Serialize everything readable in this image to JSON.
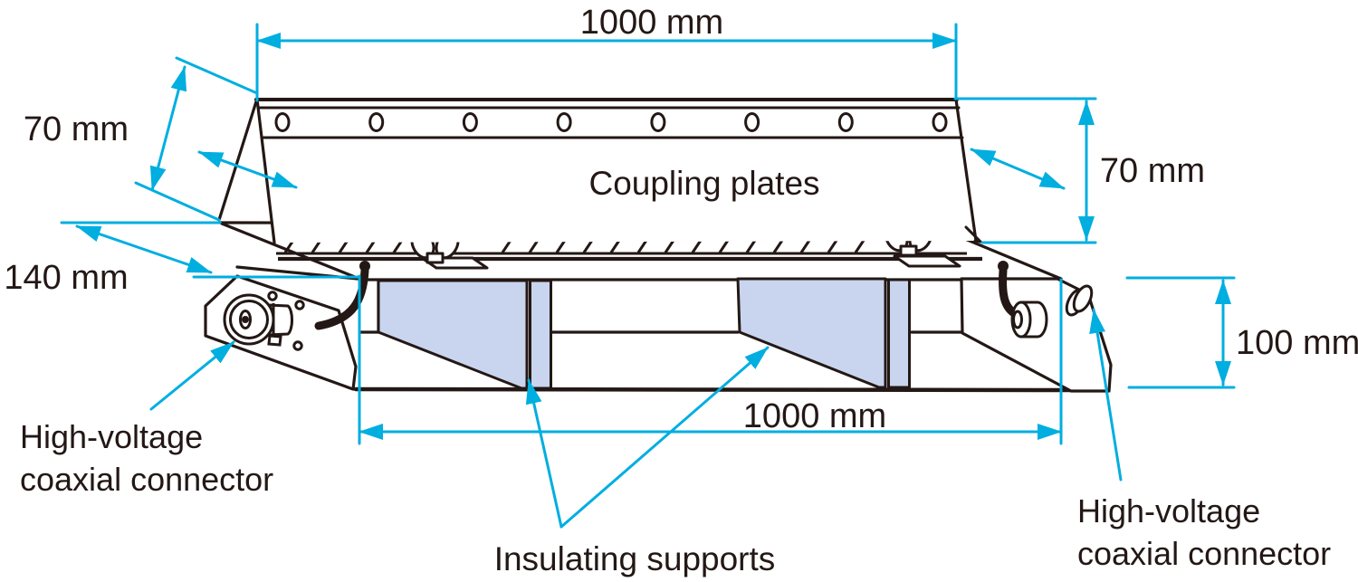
{
  "labels": {
    "top_width": "1000 mm",
    "plate_height_left": "70 mm",
    "plate_height_right": "70 mm",
    "coupling_plates": "Coupling plates",
    "base_depth": "140 mm",
    "frame_height": "100 mm",
    "bottom_width": "1000 mm",
    "connector_left": "High-voltage\ncoaxial connector",
    "connector_right": "High-voltage\ncoaxial connector",
    "insulating_supports": "Insulating supports"
  },
  "colors": {
    "line": "#231815",
    "dimension": "#00AEE0",
    "support_fill": "#C9D5EE"
  },
  "counts": {
    "mounting_holes": 8,
    "wing_nuts": 2,
    "insulating_supports": 2,
    "coaxial_connectors": 2
  }
}
